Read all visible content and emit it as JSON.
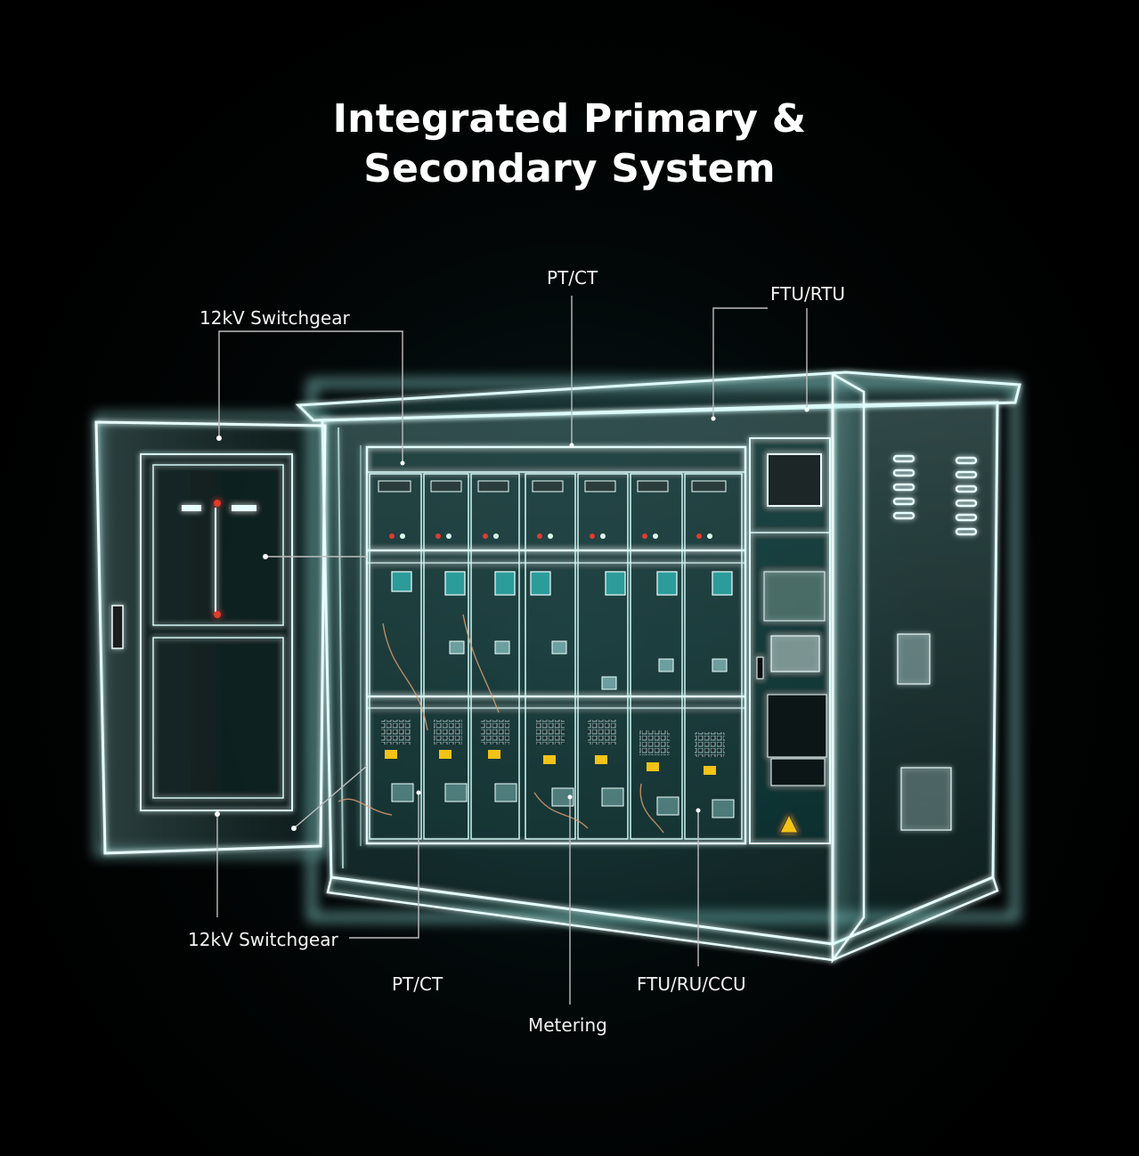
{
  "title": {
    "line1": "Integrated Primary &",
    "line2": "Secondary System"
  },
  "labels": {
    "top_left": "12kV Switchgear",
    "top_center": "PT/CT",
    "top_right": "FTU/RTU",
    "bottom_left": "12kV Switchgear",
    "bottom_ptct": "PT/CT",
    "bottom_metering": "Metering",
    "bottom_right": "FTU/RU/CCU"
  },
  "colors": {
    "background": "#000000",
    "glow": "#bff6f4",
    "accent_teal": "#2fb3b0",
    "warning": "#f2c318",
    "indicator_red": "#e23b2e",
    "text": "#ffffff"
  }
}
